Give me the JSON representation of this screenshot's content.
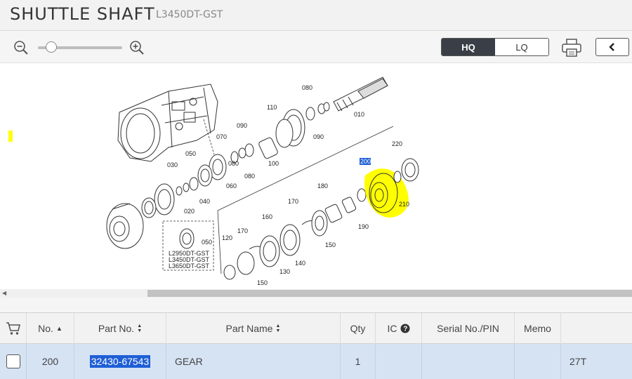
{
  "header": {
    "title": "SHUTTLE SHAFT",
    "model": "L3450DT-GST"
  },
  "toolbar": {
    "quality_options": [
      "HQ",
      "LQ"
    ],
    "quality_selected": "HQ",
    "zoom_level": 0.1
  },
  "diagram": {
    "callouts": [
      "080",
      "010",
      "110",
      "090",
      "090",
      "070",
      "080",
      "100",
      "050",
      "030",
      "060",
      "080",
      "040",
      "020",
      "200",
      "220",
      "210",
      "180",
      "170",
      "190",
      "160",
      "170",
      "150",
      "120",
      "140",
      "130",
      "150",
      "050"
    ],
    "highlight_label": "200",
    "inset_label": "050",
    "inset_models": [
      "L2950DT-GST",
      "L3450DT-GST",
      "L3650DT-GST"
    ],
    "highlight_color": "#ffff00"
  },
  "table": {
    "columns": [
      "",
      "No.",
      "Part No.",
      "Part Name",
      "Qty",
      "IC",
      "Serial No./PIN",
      "Memo",
      ""
    ],
    "rows": [
      {
        "no": "200",
        "part_no": "32430-67543",
        "part_name": "GEAR",
        "qty": "1",
        "ic": "",
        "serial": "",
        "memo": "",
        "extra": "27T"
      }
    ]
  },
  "colors": {
    "header_bg": "#f2f2f2",
    "row_selected": "#d5e3f3",
    "partno_highlight": "#1f5fd6",
    "button_dark": "#3a3f47"
  }
}
